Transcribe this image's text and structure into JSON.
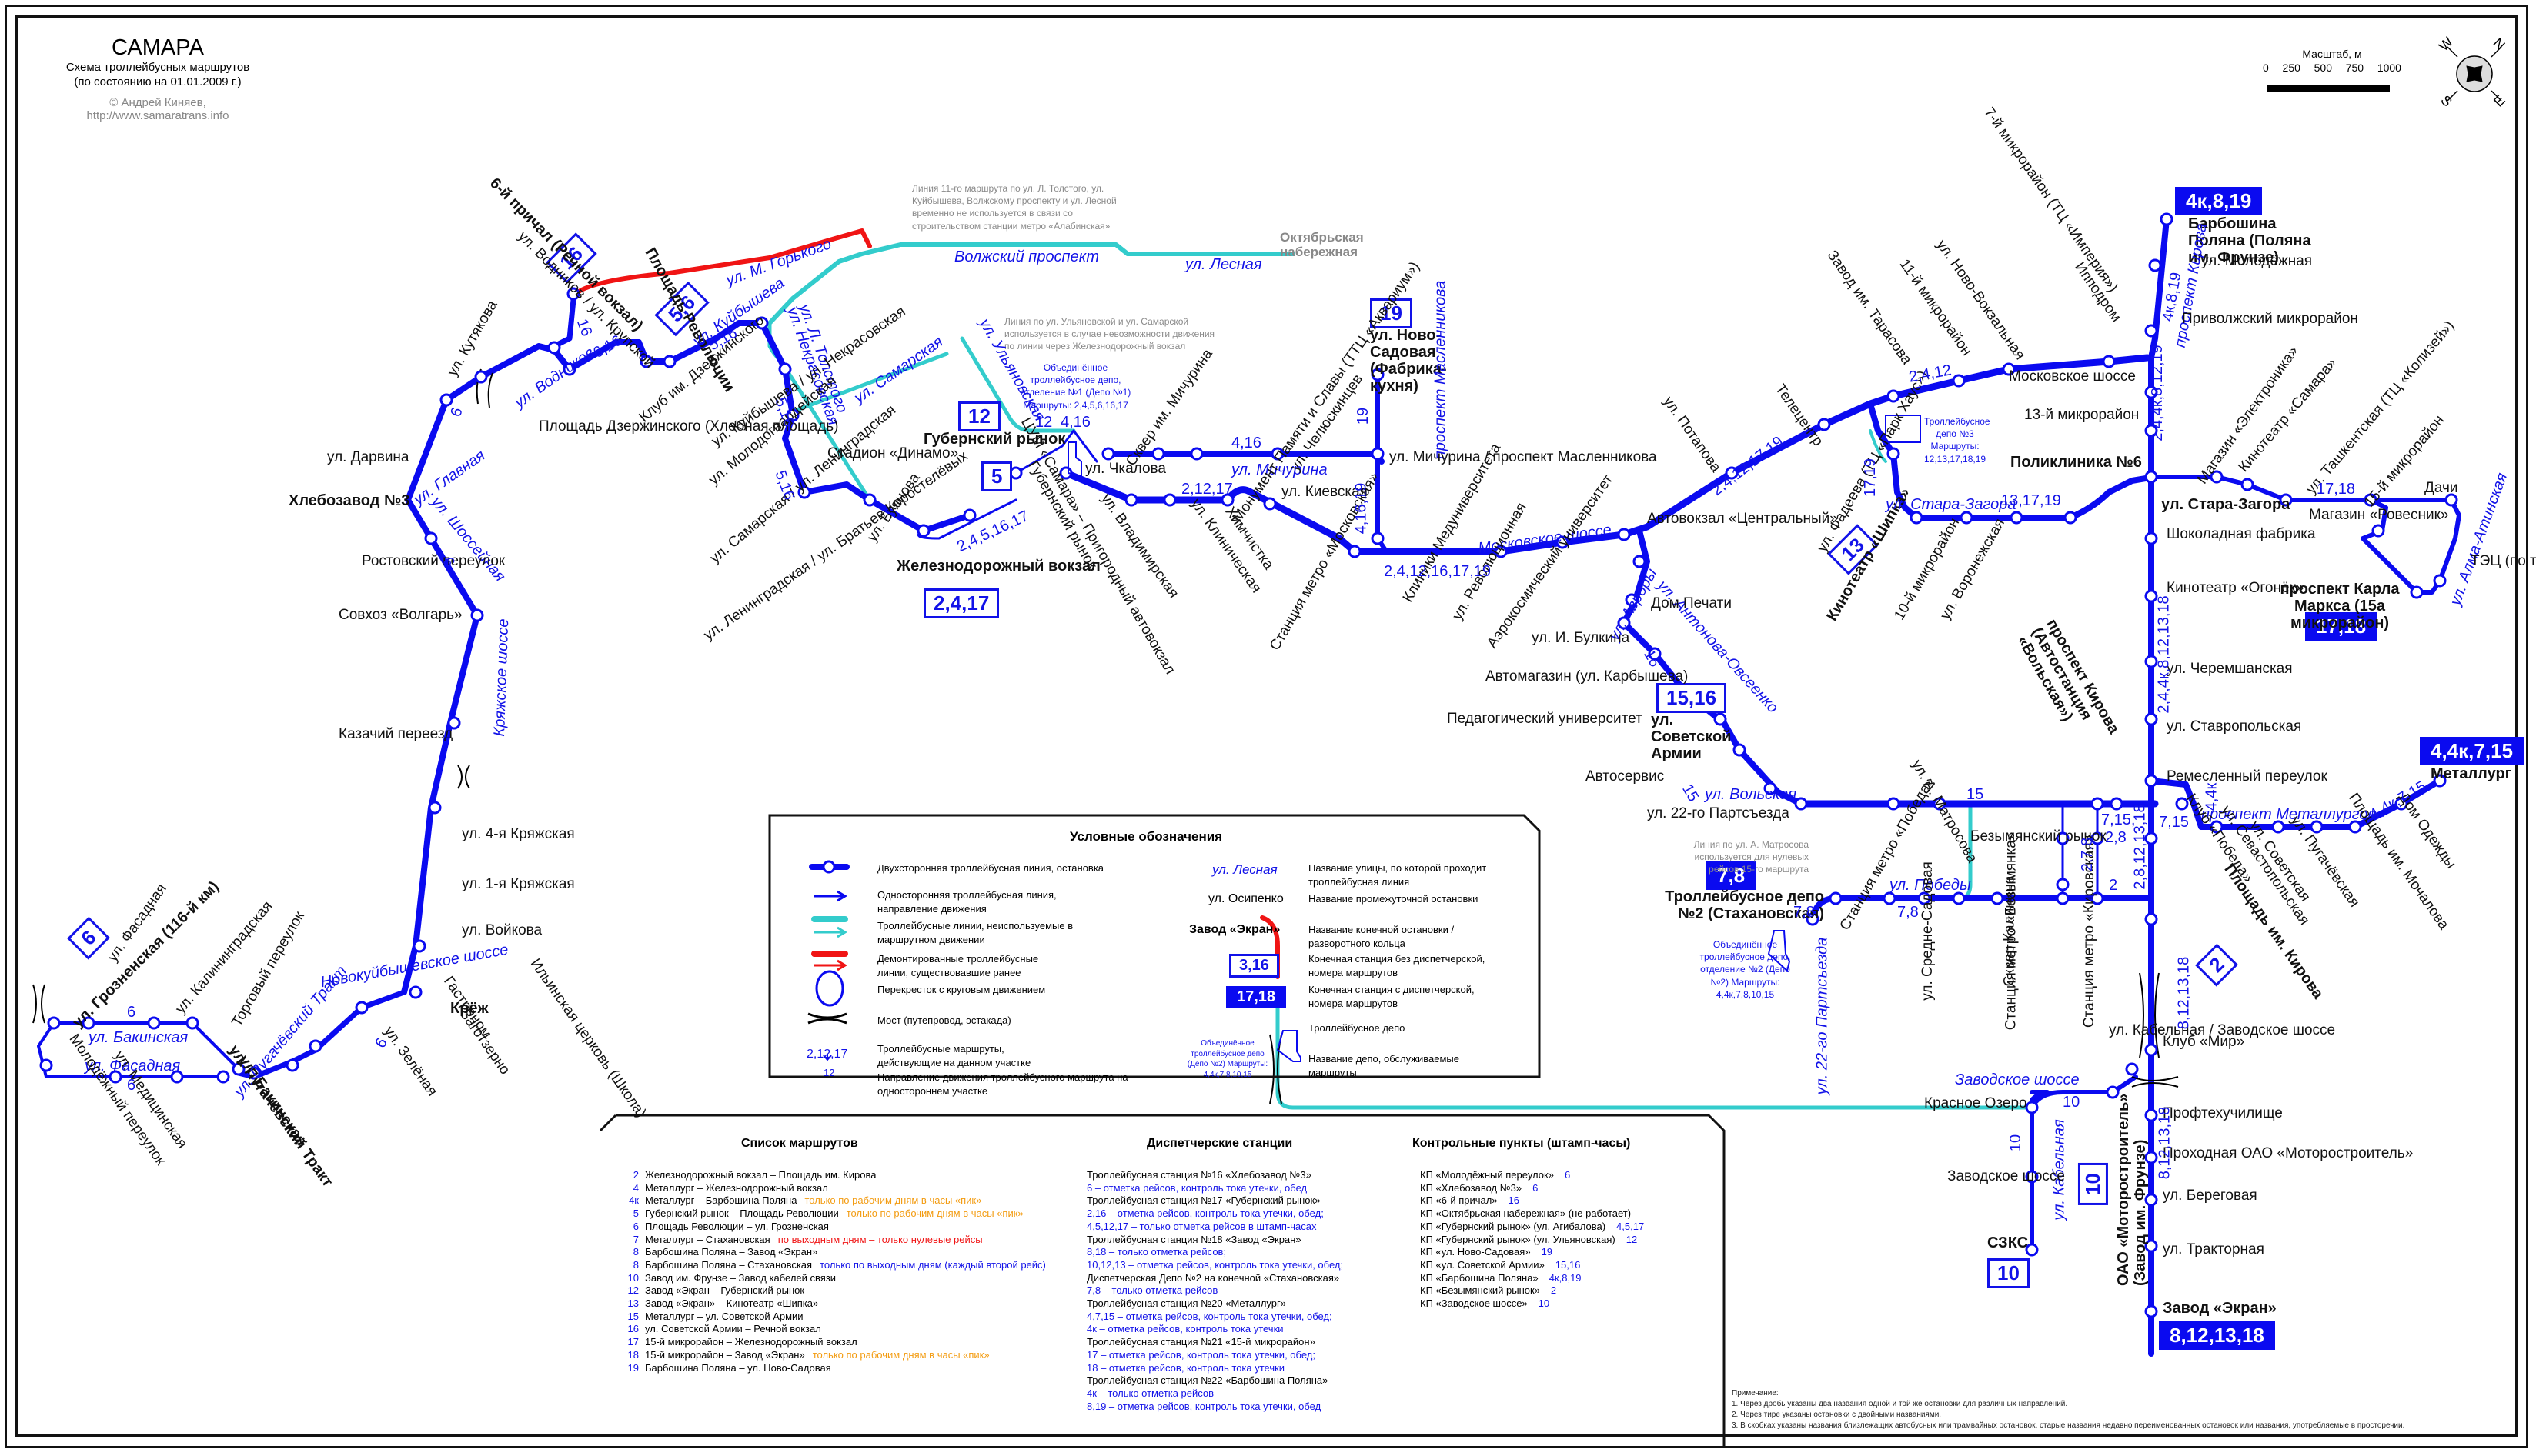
{
  "header": {
    "title": "САМАРА",
    "subtitle": "Схема троллейбусных маршрутов",
    "date_note": "(по состоянию на 01.01.2009 г.)",
    "copyright": "© Андрей Киняев, http://www.samaratrans.info"
  },
  "scale": {
    "label": "Масштаб, м",
    "ticks": [
      "0",
      "250",
      "500",
      "750",
      "1000"
    ]
  },
  "compass": {
    "n": "N",
    "e": "E",
    "s": "S",
    "w": "W"
  },
  "colors": {
    "active_line": "#0a0af0",
    "unused_line": "#33cccc",
    "dismantled_line": "#f01414",
    "street_text": "#1212e8",
    "note_text": "#8a8a8a",
    "notice_orange": "#f39c12"
  },
  "terminals": {
    "t16": {
      "routes": "16",
      "name": "6-й причал (Речной вокзал)"
    },
    "t56": {
      "routes": "5,6",
      "name": "Площадь Революции"
    },
    "t12": {
      "routes": "12",
      "name": "Губернский рынок"
    },
    "t5": {
      "routes": "5"
    },
    "t2417": {
      "routes": "2,4,17",
      "name": "Железнодорожный вокзал"
    },
    "t19": {
      "routes": "19",
      "name": "ул. Ново-Садовая (Фабрика-кухня)"
    },
    "t13": {
      "routes": "13",
      "name": "Кинотеатр «Шипка»"
    },
    "t4k819": {
      "routes": "4к,8,19",
      "name": "Барбошина Поляна (Поляна им. Фрунзе)"
    },
    "t1718": {
      "routes": "17,18",
      "name": "проспект Карла Маркса (15а микрорайон)"
    },
    "t1516": {
      "routes": "15,16",
      "name": "ул. Советской Армии"
    },
    "t44k715": {
      "routes": "4,4к,7,15",
      "name": "Металлург"
    },
    "t78": {
      "routes": "7,8",
      "name": "Троллейбусное депо №2 (Стахановская)"
    },
    "t2": {
      "routes": "2",
      "name": "Площадь им. Кирова"
    },
    "t10a": {
      "routes": "10",
      "name": "СЗКС"
    },
    "t10b": {
      "routes": "10",
      "name": "ОАО «Моторостроитель» (Завод им. Фрунзе)"
    },
    "t8121318": {
      "routes": "8,12,13,18",
      "name": "Завод «Экран»"
    },
    "t6": {
      "routes": "6",
      "name": "ул. Грозненская (116-й км)"
    },
    "hleb": {
      "name": "Хлебозавод №3"
    },
    "krjazh": {
      "name": "Крёж"
    },
    "poliklinika": {
      "name": "Поликлиника №6"
    },
    "stara": {
      "name": "ул. Стара-Загора"
    },
    "bak": {
      "name": "ул. Бакинская"
    },
    "pug": {
      "name": "ул. Пугачёвский Тракт"
    },
    "kirova_avto": {
      "name": "проспект Кирова (Автостанция «Вольская»)"
    }
  },
  "stops": [
    "ул. Водников / ул. Крупской",
    "ул. Кутякова",
    "Клуб им. Дзержинского",
    "Площадь Дзержинского (Хлебная площадь)",
    "ул. Куйбышева / ул. Некрасовская",
    "ул. Молодогвардейская",
    "ул. Самарская / ул. Ленинградская",
    "ул. Ленинградская / ул. Братьев Коростелёвых",
    "Стадион «Динамо»",
    "ул. Буянова",
    "ЦУМ «Самара» – Пригородный автовокзал",
    "Губернский рынок",
    "ул. Чкалова",
    "Сквер им. Мичурина",
    "Монумент Памяти и Славы (ТТЦ «Аквариум»)",
    "ул. Челюскинцев",
    "ул. Мичурина / проспект Масленникова",
    "ул. Владимирская",
    "ул. Клиническая",
    "Химчистка",
    "ул. Киевская",
    "Клиники Медуниверситета",
    "Станция метро «Московская»",
    "ул. Революционная",
    "Аэрокосмический университет",
    "Автовокзал «Центральный»",
    "Дом Печати",
    "ул. И. Булкина",
    "Автомагазин (ул. Карбышева)",
    "Педагогический университет",
    "Автосервис",
    "ул. 22-го Партсъезда",
    "ул. Потапова",
    "Телецентр",
    "ул. Фадеева (ТЦ «Парк Хаус»)",
    "Завод им. Тарасова",
    "11-й микрорайон",
    "ул. Ново-Вокзальная",
    "7-й микрорайон (ТЦ «Империя»)",
    "Ипподром",
    "Московское шоссе",
    "13-й микрорайон",
    "10-й микрорайон",
    "ул. Воронежская",
    "ул. Молодёжная",
    "Приволжский микрорайон",
    "Магазин «Электроника»",
    "Кинотеатр «Самара»",
    "ул. Ташкентская (ТЦ «Колизей»)",
    "15-й микрорайон",
    "Дачи",
    "Магазин «Ровесник»",
    "ТЭЦ (по треб.)",
    "Шоколадная фабрика",
    "Кинотеатр «Огонёк»",
    "ул. Черемшанская",
    "ул. Ставропольская",
    "Ремесленный переулок",
    "Клуб «Победа»",
    "ул. Севастопольская",
    "ул. Советская",
    "ул. Пугачёвская",
    "Площадь им. Мочалова",
    "Дом Одежды",
    "ул. А. Матросова",
    "Безымянский рынок",
    "Станция метро «Победа»",
    "ул. Средне-Садовая",
    "Станция метро «Безымянка»",
    "Сквер Калинина",
    "Станция метро «Кировская»",
    "Клуб «Мир»",
    "ул. Кабельная / Заводское шоссе",
    "Красное Озеро",
    "Заводское шоссе",
    "Профтехучилище",
    "Проходная ОАО «Моторостроитель»",
    "ул. Береговая",
    "ул. Тракторная",
    "ул. Дарвина",
    "Ростовский переулок",
    "Совхоз «Волгарь»",
    "Казачий переезд",
    "ул. 4-я Кряжская",
    "ул. 1-я Кряжская",
    "ул. Войкова",
    "Ильинская церковь (Школа)",
    "Заготзерно",
    "Гастроном",
    "ул. Зелёная",
    "Торговый переулок",
    "ул. Калининградская",
    "ул. Фасадная",
    "Молодёжный переулок",
    "ул. Медицинская"
  ],
  "streets": [
    "ул. М. Горького",
    "Волжский проспект",
    "ул. Лесная",
    "ул. Куйбышева",
    "ул. Л. Толстого",
    "ул. Некрасовская",
    "ул. Самарская",
    "ул. Ульяновская",
    "ул. Водников",
    "ул. Главная",
    "ул. Шоссейная",
    "Кряжское шоссе",
    "Новокуйбышевское шоссе",
    "ул. Пугачёвский Тракт",
    "ул. Бакинская",
    "ул. Фасадная",
    "ул. Мичурина",
    "Московское шоссе",
    "проспект Масленникова",
    "ул. Авроры",
    "ул. Антонова-Овсеенко",
    "ул. Вольская",
    "ул. Стара-Загора",
    "проспект Кирова",
    "ул. Алма-Атинская",
    "проспект Металлургов",
    "ул. Победы",
    "ул. 22-го Партсъезда",
    "Заводское шоссе",
    "ул. Кабельная"
  ],
  "other_labels": {
    "oktyabrskaya": "Октябрьская набережная",
    "note_line11": "Линия 11-го маршрута по ул. Л. Толстого, ул. Куйбышева, Волжскому проспекту и ул. Лесной временно не используется в связи со строительством станции метро «Алабинская»",
    "note_ulyanovskaya": "Линия по ул. Ульяновской и ул. Самарской используется в случае невозможности движения по линии через Железнодорожный вокзал",
    "note_matrosova": "Линия по ул. А. Матросова используется для нулевых рейсов 15-го маршрута",
    "depo1": "Объединённое троллейбусное депо, отделение №1 (Депо №1) Маршруты: 2,4,5,6,16,17",
    "depo2": "Объединённое троллейбусное депо, отделение №2 (Депо №2) Маршруты: 4,4к,7,8,10,15",
    "depo3": "Троллейбусное депо №3 Маршруты: 12,13,17,18,19"
  },
  "route_labels": {
    "r1": "16",
    "r2": "6,16",
    "r3": "5,16",
    "r4": "5,16",
    "r5": "5,16",
    "r6": "6",
    "r7": "6",
    "r8": "6",
    "r9": "2,4,5,16,17",
    "r10": "12",
    "r11": "4,16",
    "r12": "4,16",
    "r13": "2,12,17",
    "r14": "19",
    "r15": "4,16,19",
    "r16": "2,4,12,16,17,19",
    "r17": "2,4,12,17,19",
    "r18": "2,4,12",
    "r19": "17,19",
    "r20": "13,17,19",
    "r21": "4к,8,19",
    "r22": "2,4,4к,8,12,19",
    "r23": "17,18",
    "r24": "2,4,4к,8,12,13,18",
    "r25": "16",
    "r26": "15",
    "r27": "15",
    "r28": "7,15,",
    "r29": "2,8",
    "r30": "2,7,8",
    "r31": "2",
    "r32": "2,8,12,13,18",
    "r33": "4,4к",
    "r34": "7,15",
    "r35": "4,4к,7,15",
    "r36": "8,12,13,18",
    "r37": "7,8",
    "r38": "7,8",
    "r39": "10",
    "r40": "10",
    "r41": "8,12,13,18",
    "r42": "6",
    "r43": "6"
  },
  "legend": {
    "title": "Условные обозначения",
    "items": [
      "Двухсторонняя троллейбусная линия, остановка",
      "Односторонняя троллейбусная линия, направление движения",
      "Троллейбусные линии, неиспользуемые в маршрутном движении",
      "Демонтированные троллейбусные линии, существовавшие ранее",
      "Перекресток с круговым движением",
      "Мост (путепровод, эстакада)",
      "Троллейбусные маршруты, действующие на данном участке",
      "Направление движения троллейбусного маршрута на одностороннем участке"
    ],
    "sample_routes": "2,12,17",
    "sample_dir": "12",
    "right_samples": {
      "street": "ул. Лесная",
      "stop": "ул. Осипенко",
      "terminal": "Завод «Экран»",
      "box_open": "3,16",
      "box_filled": "17,18",
      "depo": "Объединённое троллейбусное депо (Депо №2) Маршруты: 4,4к,7,8,10,15"
    },
    "right_items": [
      "Название улицы, по которой проходит троллейбусная линия",
      "Название промежуточной остановки",
      "Название конечной остановки / разворотного кольца",
      "Конечная станция без диспетчерской, номера маршрутов",
      "Конечная станция с диспетчерской, номера маршрутов",
      "Троллейбусное депо",
      "Название депо, обслуживаемые маршруты"
    ]
  },
  "route_list": {
    "title": "Список маршрутов",
    "items": [
      {
        "num": "2",
        "name": "Железнодорожный вокзал – Площадь им. Кирова",
        "note": "",
        "note_color": ""
      },
      {
        "num": "4",
        "name": "Металлург – Железнодорожный вокзал",
        "note": "",
        "note_color": ""
      },
      {
        "num": "4к",
        "name": "Металлург – Барбошина Поляна",
        "note": "только по рабочим дням в часы «пик»",
        "note_color": "orange"
      },
      {
        "num": "5",
        "name": "Губернский рынок – Площадь Революции",
        "note": "только по рабочим дням в часы «пик»",
        "note_color": "orange"
      },
      {
        "num": "6",
        "name": "Площадь Революции – ул. Грозненская",
        "note": "",
        "note_color": ""
      },
      {
        "num": "7",
        "name": "Металлург – Стахановская",
        "note": "по выходным дням – только нулевые рейсы",
        "note_color": "red"
      },
      {
        "num": "8",
        "name": "Барбошина Поляна – Завод «Экран»",
        "note": "",
        "note_color": ""
      },
      {
        "num": "8",
        "name": "Барбошина Поляна – Стахановская",
        "note": "только по выходным дням (каждый второй рейс)",
        "note_color": "blue"
      },
      {
        "num": "10",
        "name": "Завод им. Фрунзе – Завод кабелей связи",
        "note": "",
        "note_color": ""
      },
      {
        "num": "12",
        "name": "Завод «Экран – Губернский рынок",
        "note": "",
        "note_color": ""
      },
      {
        "num": "13",
        "name": "Завод «Экран» – Кинотеатр «Шипка»",
        "note": "",
        "note_color": ""
      },
      {
        "num": "15",
        "name": "Металлург – ул. Советской Армии",
        "note": "",
        "note_color": ""
      },
      {
        "num": "16",
        "name": "ул. Советской Армии – Речной вокзал",
        "note": "",
        "note_color": ""
      },
      {
        "num": "17",
        "name": "15-й микрорайон – Железнодорожный вокзал",
        "note": "",
        "note_color": ""
      },
      {
        "num": "18",
        "name": "15-й микрорайон – Завод «Экран»",
        "note": "только по рабочим дням в часы «пик»",
        "note_color": "orange"
      },
      {
        "num": "19",
        "name": "Барбошина Поляна – ул. Ново-Садовая",
        "note": "",
        "note_color": ""
      }
    ]
  },
  "dispatch": {
    "title": "Диспетчерские станции",
    "lines": [
      {
        "text": "Троллейбусная станция №16 «Хлебозавод №3»",
        "blue": false
      },
      {
        "text": "6 – отметка рейсов, контроль тока утечки, обед",
        "blue": true
      },
      {
        "text": "Троллейбусная станция №17 «Губернский рынок»",
        "blue": false
      },
      {
        "text": "2,16 – отметка рейсов, контроль тока утечки, обед;",
        "blue": true
      },
      {
        "text": "4,5,12,17 – только отметка рейсов в штамп-часах",
        "blue": true
      },
      {
        "text": "Троллейбусная станция №18 «Завод «Экран»",
        "blue": false
      },
      {
        "text": "8,18 – только отметка рейсов;",
        "blue": true
      },
      {
        "text": "10,12,13 – отметка рейсов, контроль тока утечки, обед;",
        "blue": true
      },
      {
        "text": "Диспетчерская Депо №2 на конечной «Стахановская»",
        "blue": false
      },
      {
        "text": "7,8 – только отметка рейсов",
        "blue": true
      },
      {
        "text": "Троллейбусная станция №20 «Металлург»",
        "blue": false
      },
      {
        "text": "4,7,15 – отметка рейсов, контроль тока утечки, обед;",
        "blue": true
      },
      {
        "text": "4к – отметка рейсов, контроль тока утечки",
        "blue": true
      },
      {
        "text": "Троллейбусная станция №21 «15-й микрорайон»",
        "blue": false
      },
      {
        "text": "17 – отметка рейсов, контроль тока утечки, обед;",
        "blue": true
      },
      {
        "text": "18 – отметка рейсов, контроль тока утечки",
        "blue": true
      },
      {
        "text": "Троллейбусная станция №22 «Барбошина Поляна»",
        "blue": false
      },
      {
        "text": "4к – только отметка рейсов",
        "blue": true
      },
      {
        "text": "8,19 – отметка рейсов, контроль тока утечки, обед",
        "blue": true
      }
    ]
  },
  "checkpoints": {
    "title": "Контрольные пункты (штамп-часы)",
    "items": [
      {
        "name": "КП «Молодёжный переулок»",
        "routes": "6"
      },
      {
        "name": "КП «Хлебозавод №3»",
        "routes": "6"
      },
      {
        "name": "КП «6-й причал»",
        "routes": "16"
      },
      {
        "name": "КП «Октябрьская набережная» (не работает)",
        "routes": ""
      },
      {
        "name": "КП «Губернский рынок» (ул. Агибалова)",
        "routes": "4,5,17"
      },
      {
        "name": "КП «Губернский рынок» (ул. Ульяновская)",
        "routes": "12"
      },
      {
        "name": "КП «ул. Ново-Садовая»",
        "routes": "19"
      },
      {
        "name": "КП «ул. Советской Армии»",
        "routes": "15,16"
      },
      {
        "name": "КП «Барбошина Поляна»",
        "routes": "4к,8,19"
      },
      {
        "name": "КП «Безымянский рынок»",
        "routes": "2"
      },
      {
        "name": "КП «Заводское шоссе»",
        "routes": "10"
      }
    ]
  },
  "notes": {
    "title": "Примечание:",
    "items": [
      "1. Через дробь указаны два названия одной и той же остановки для различных направлений.",
      "2. Через тире указаны остановки с двойными названиями.",
      "3. В скобках указаны названия близлежащих автобусных или трамвайных остановок, старые названия недавно переименованных остановок или названия, употребляемые в просторечии."
    ]
  }
}
